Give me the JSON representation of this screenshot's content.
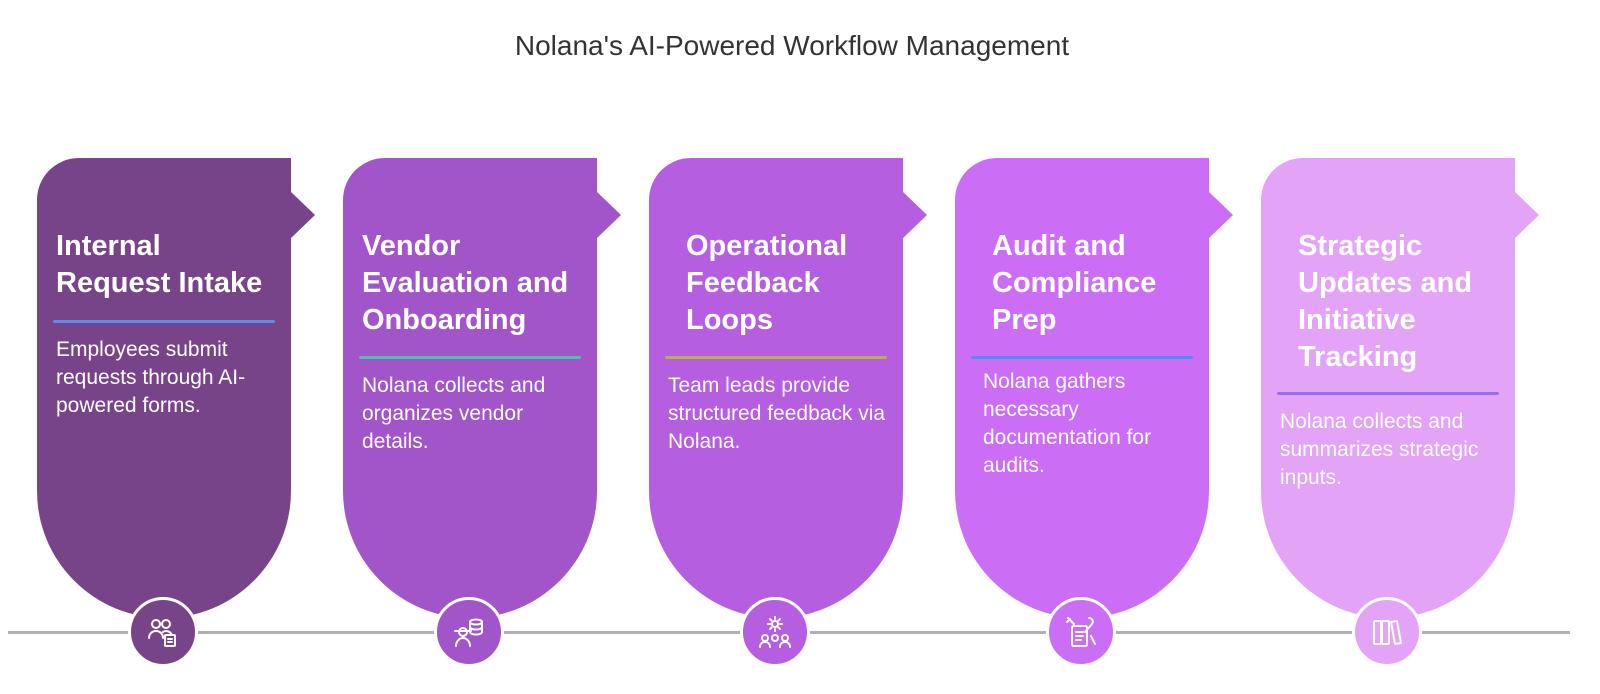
{
  "title": "Nolana's AI-Powered Workflow Management",
  "steps": [
    {
      "heading": "Internal Request Intake",
      "description": "Employees submit requests through AI-powered forms.",
      "color": "#784489",
      "rule_color": "#5b8def",
      "icon": "people-document-icon"
    },
    {
      "heading": "Vendor Evaluation and Onboarding",
      "description": "Nolana collects and organizes vendor details.",
      "color": "#a155c9",
      "rule_color": "#4fbfae",
      "icon": "person-database-icon"
    },
    {
      "heading": "Operational Feedback Loops",
      "description": "Team leads provide structured feedback via Nolana.",
      "color": "#b55ee0",
      "rule_color": "#b8b04a",
      "icon": "team-gear-icon"
    },
    {
      "heading": "Audit and Compliance Prep",
      "description": "Nolana gathers necessary documentation for audits.",
      "color": "#cb6ef5",
      "rule_color": "#4f8cf5",
      "icon": "checklist-tools-icon"
    },
    {
      "heading": "Strategic Updates and Initiative Tracking",
      "description": "Nolana collects and summarizes strategic inputs.",
      "color": "#e3a4f7",
      "rule_color": "#9a6cf0",
      "icon": "books-icon"
    }
  ]
}
